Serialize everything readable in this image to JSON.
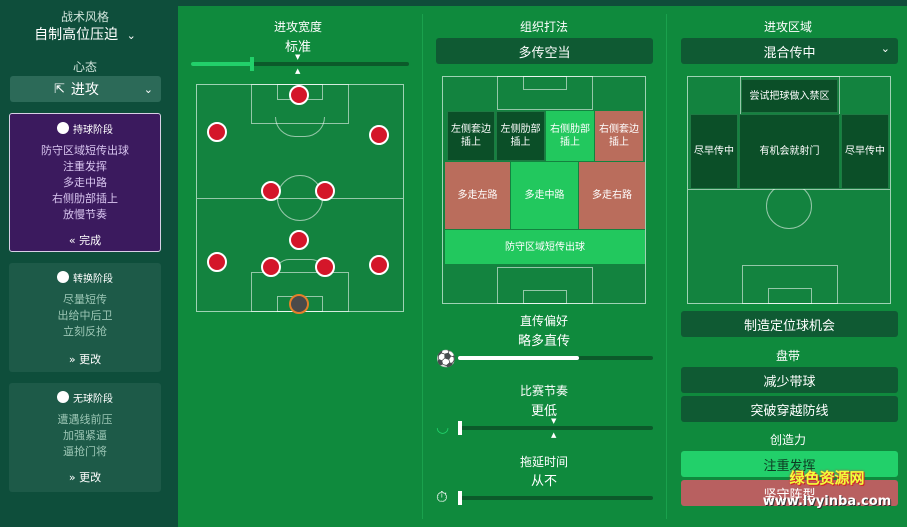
{
  "sidebar": {
    "style_label": "战术风格",
    "style_value": "自制高位压迫",
    "mentality_label": "心态",
    "mentality_value": "进攻",
    "phases": [
      {
        "title": "持球阶段",
        "items": [
          "防守区域短传出球",
          "注重发挥",
          "多走中路",
          "右侧肋部插上",
          "放慢节奏"
        ],
        "button": "完成"
      },
      {
        "title": "转换阶段",
        "items": [
          "尽量短传",
          "出给中后卫",
          "立刻反抢"
        ],
        "button": "更改"
      },
      {
        "title": "无球阶段",
        "items": [
          "遭遇线前压",
          "加强紧逼",
          "逼抢门将"
        ],
        "button": "更改"
      }
    ]
  },
  "width": {
    "title": "进攻宽度",
    "value": "标准",
    "level": 0.28
  },
  "build": {
    "title": "组织打法",
    "value": "多传空当"
  },
  "zones_title": "进攻区域",
  "zones_value": "混合传中",
  "build_zones": [
    "左侧套边插上",
    "左侧肋部插上",
    "右侧肋部插上",
    "右侧套边插上",
    "多走左路",
    "多走中路",
    "多走右路",
    "防守区域短传出球"
  ],
  "attack_zones": [
    "尝试把球做入禁区",
    "尽早传中",
    "有机会就射门",
    "尽早传中"
  ],
  "passing": {
    "title": "直传偏好",
    "value": "略多直传",
    "level": 0.62
  },
  "tempo": {
    "title": "比赛节奏",
    "value": "更低",
    "level": 0.0
  },
  "timewaste": {
    "title": "拖延时间",
    "value": "从不",
    "level": 0.0
  },
  "setpiece_btn": "制造定位球机会",
  "dribble_title": "盘带",
  "dribble_options": [
    "减少带球",
    "突破穿越防线"
  ],
  "creativity_title": "创造力",
  "creativity_options": [
    "注重发挥",
    "坚守阵型"
  ],
  "watermark": [
    "绿色资源网",
    "www.lvyinba.com"
  ],
  "colors": {
    "accent": "#22d06a",
    "phase_active": "#3b1a5e",
    "player": "#d4162a",
    "red_zone": "#ba6d5c"
  }
}
